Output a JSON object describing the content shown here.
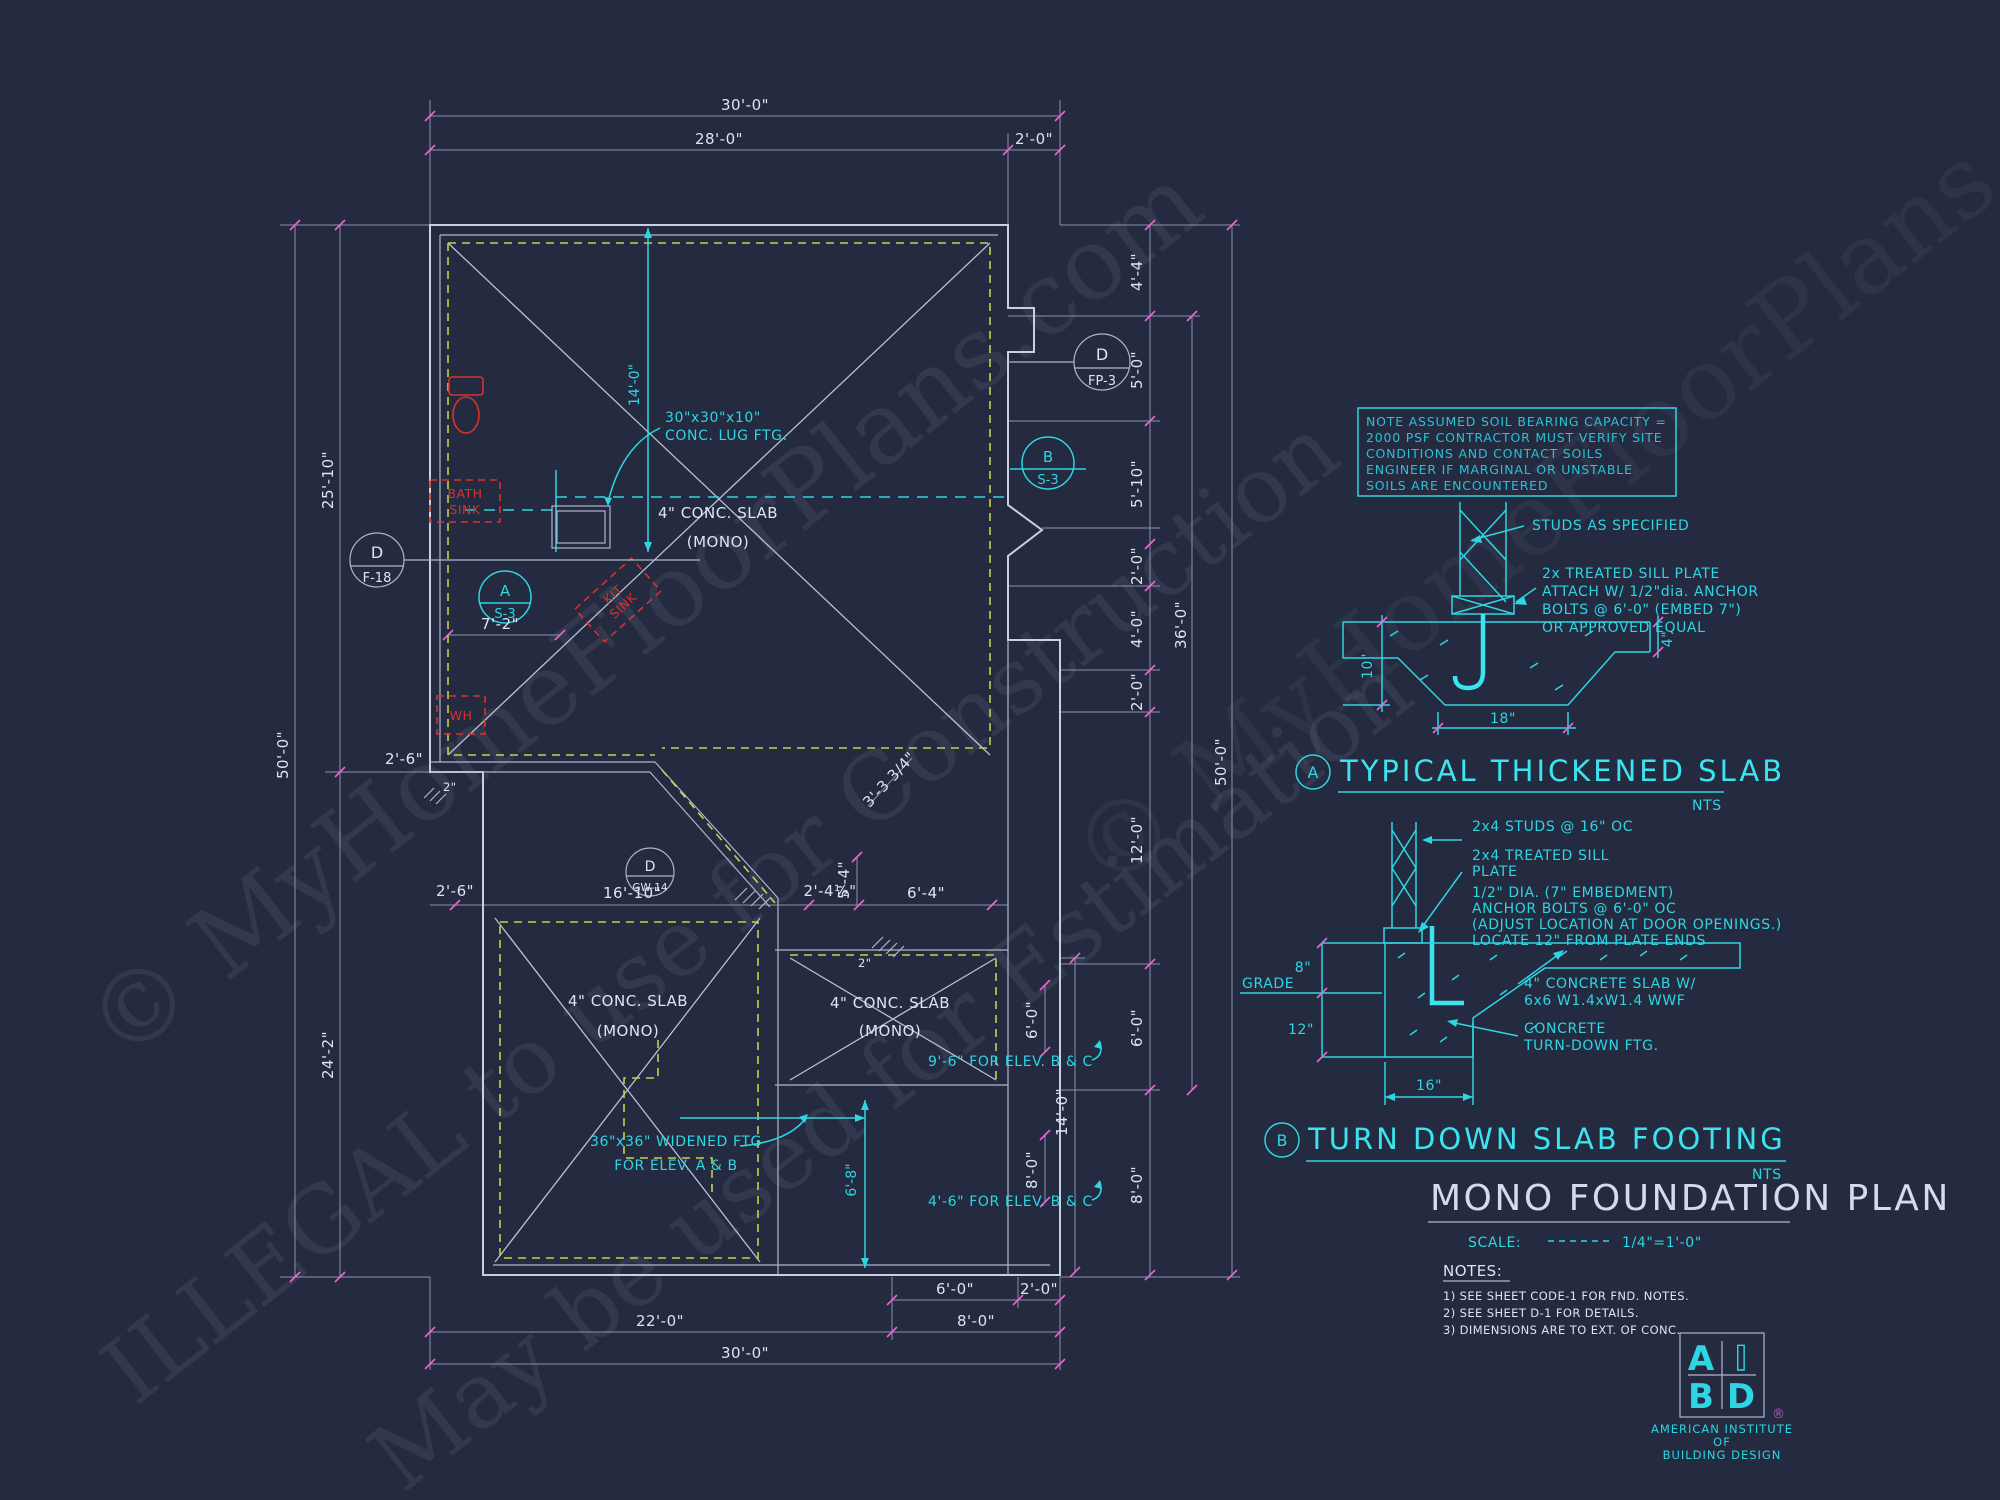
{
  "colors": {
    "bg": "#242a40",
    "line_white": "#c9d0e2",
    "cyan": "#2ed5e2",
    "yellow_dash": "#c3d24b",
    "red": "#d8322c",
    "pink_tick": "#ef63d4",
    "magenta_reg": "#c84fd0"
  },
  "dims": {
    "d30": "30'-0\"",
    "d28": "28'-0\"",
    "d2": "2'-0\"",
    "d25_10": "25'-10\"",
    "d24_2": "24'-2\"",
    "d50": "50'-0\"",
    "d2_6": "2'-6\"",
    "d4_4": "4'-4\"",
    "d5_0": "5'-0\"",
    "d5_10": "5'-10\"",
    "d4_0": "4'-0\"",
    "d36": "36'-0\"",
    "d12": "12'-0\"",
    "d6": "6'-0\"",
    "d14": "14'-0\"",
    "d8": "8'-0\"",
    "d22": "22'-0\"",
    "d16_10": "16'-10\"",
    "d2_4h": "2'-4½\"",
    "d5_4": "5'-4\"",
    "d6_4": "6'-4\"",
    "d3_3q": "3'-3 3/4\"",
    "d2in": "2\"",
    "d7_2": "7'-2\"",
    "d6_8": "6'-8\""
  },
  "plan": {
    "slab_label": "4\" CONC. SLAB",
    "mono": "(MONO)",
    "lug1": "30\"x30\"x10\"",
    "lug2": "CONC. LUG FTG.",
    "widened1": "36\"x36\" WIDENED FTG",
    "widened2": "FOR ELEV. A & B",
    "elev96": "9'-6\" FOR ELEV. B & C",
    "elev46": "4'-6\" FOR ELEV. B & C",
    "bath1": "BATH",
    "bath2": "SINK",
    "kit1": "KIT",
    "kit2": "SINK",
    "wh": "WH",
    "markers": {
      "m1": {
        "top": "D",
        "bot": "F-18"
      },
      "m2": {
        "top": "A",
        "bot": "S-3"
      },
      "m3": {
        "top": "D",
        "bot": "FP-3"
      },
      "m4": {
        "top": "B",
        "bot": "S-3"
      },
      "m5": {
        "top": "D",
        "bot": "GW-14"
      }
    }
  },
  "note_box": {
    "l1": "NOTE ASSUMED SOIL BEARING CAPACITY =",
    "l2": "2000 PSF CONTRACTOR MUST VERIFY SITE",
    "l3": "CONDITIONS AND CONTACT SOILS",
    "l4": "ENGINEER IF MARGINAL OR UNSTABLE",
    "l5": "SOILS ARE ENCOUNTERED"
  },
  "detail_a": {
    "marker": "A",
    "title": "TYPICAL THICKENED SLAB",
    "nts": "NTS",
    "label_studs": "STUDS AS SPECIFIED",
    "sill1": "2x  TREATED SILL PLATE",
    "sill2": "ATTACH W/ 1/2\"dia. ANCHOR",
    "sill3": "BOLTS @ 6'-0\" (EMBED 7\")",
    "sill4": "OR APPROVED EQUAL",
    "dim_left": "10\"",
    "dim_bottom": "18\"",
    "dim_right": "4\""
  },
  "detail_b": {
    "marker": "B",
    "title": "TURN DOWN SLAB FOOTING",
    "nts": "NTS",
    "label_studs": "2x4 STUDS @ 16\" OC",
    "sill1": "2x4 TREATED SILL",
    "sill2": "PLATE",
    "anchor1": "1/2\" DIA. (7\" EMBEDMENT)",
    "anchor2": "ANCHOR BOLTS @ 6'-0\" OC",
    "anchor3": "(ADJUST LOCATION AT DOOR OPENINGS.)",
    "anchor4": "LOCATE 12\" FROM PLATE ENDS",
    "grade": "GRADE",
    "dim_8": "8\"",
    "dim_12": "12\"",
    "dim_16": "16\"",
    "slab1": "4\" CONCRETE SLAB W/",
    "slab2": "6x6 W1.4xW1.4 WWF",
    "ftg1": "CONCRETE",
    "ftg2": "TURN-DOWN FTG."
  },
  "title_block": {
    "title": "MONO FOUNDATION PLAN",
    "scale_label": "SCALE:",
    "scale_value": "1/4\"=1'-0\""
  },
  "notes": {
    "heading": "NOTES:",
    "n1": "1)  SEE SHEET CODE-1 FOR FND. NOTES.",
    "n2": "2)  SEE SHEET D-1 FOR DETAILS.",
    "n3": "3)  DIMENSIONS ARE TO EXT. OF CONC."
  },
  "logo": {
    "a": "A",
    "i": "I",
    "b": "B",
    "d": "D",
    "reg": "®",
    "org1": "AMERICAN INSTITUTE",
    "org2": "OF",
    "org3": "BUILDING DESIGN"
  },
  "watermark": {
    "w1": "© MyHomeFloorPlans.com",
    "w2": "ILLEGAL to use for Construction",
    "w3": "May be used for Estimation"
  }
}
